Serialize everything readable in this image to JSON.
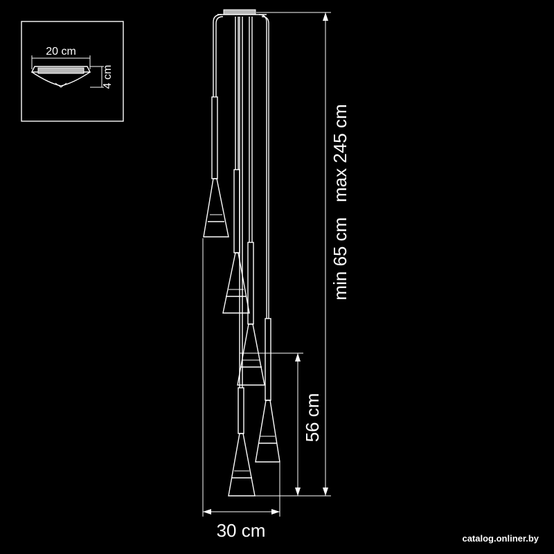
{
  "inset": {
    "width_label": "20 cm",
    "height_label": "4 cm"
  },
  "dimensions": {
    "total_height": "min 65 cm   max 245 cm",
    "lamp_drop": "56 cm",
    "overall_width": "30 cm"
  },
  "watermark": "catalog.onliner.by",
  "colors": {
    "background": "#000000",
    "line": "#ffffff"
  }
}
